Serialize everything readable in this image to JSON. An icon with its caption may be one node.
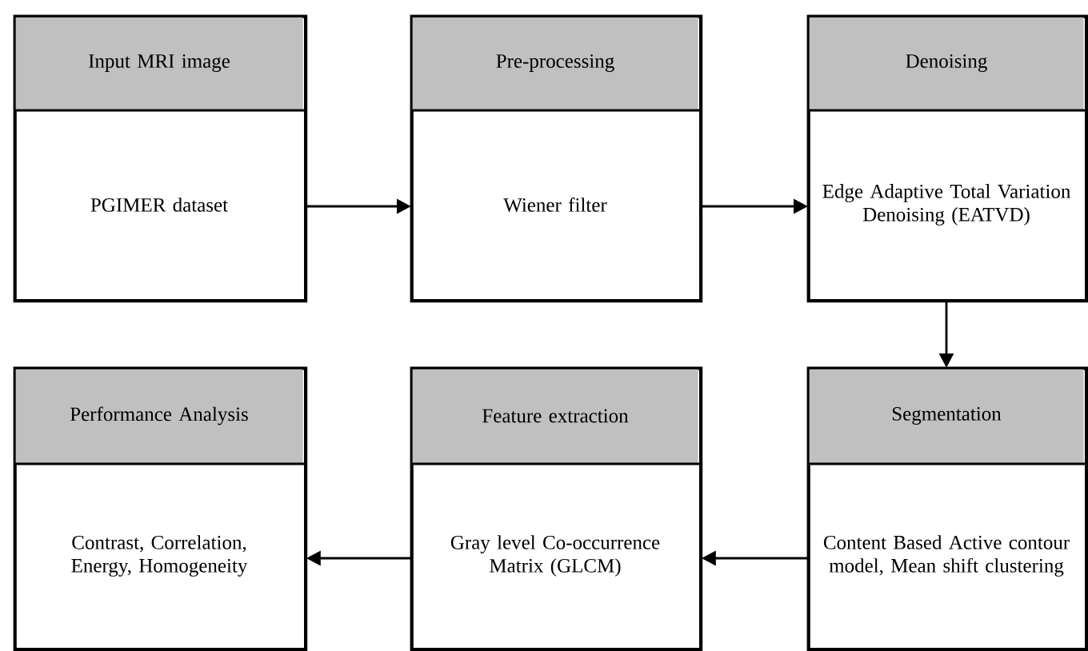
{
  "diagram": {
    "nodes": [
      {
        "text": [
          "Input MRI image",
          "PGIMER dataset"
        ]
      },
      {
        "text": [
          "Pre-processing",
          "Wiener filter"
        ]
      },
      {
        "text": [
          "Denoising",
          "Edge Adaptive Total Variation Denoising (EATVD)"
        ]
      },
      {
        "text": [
          "Segmentation",
          "Content Based Active contour model, Mean shift clustering"
        ]
      },
      {
        "text": [
          "Feature extraction",
          "Gray level Co-occurrence Matrix (GLCM)"
        ]
      },
      {
        "text": [
          "Performance Analysis",
          "Contrast, Correlation, Energy, Homogeneity"
        ]
      }
    ],
    "edges": [
      {
        "from": 0,
        "to": 1,
        "arrow": "to"
      },
      {
        "from": 1,
        "to": 2,
        "arrow": "to"
      },
      {
        "from": 2,
        "to": 3,
        "arrow": "to"
      },
      {
        "from": 3,
        "to": 4,
        "arrow": "to"
      },
      {
        "from": 4,
        "to": 5,
        "arrow": "to"
      }
    ]
  }
}
